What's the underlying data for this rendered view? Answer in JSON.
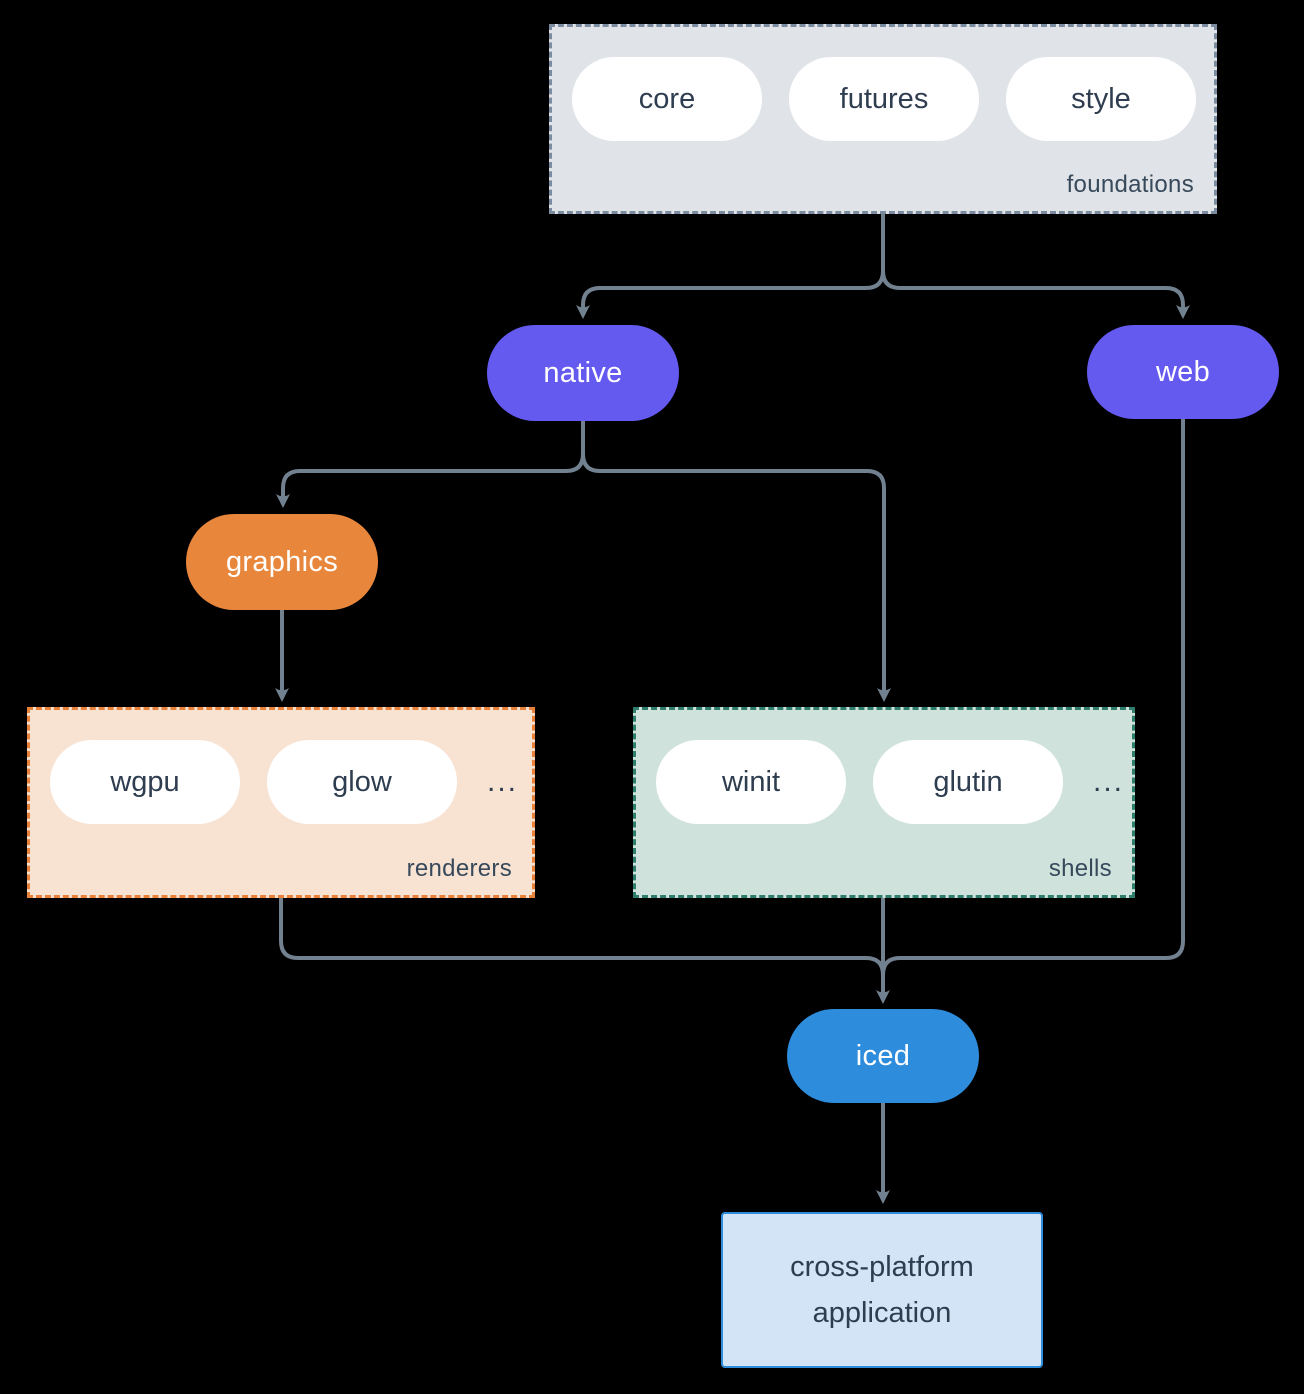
{
  "diagram": {
    "foundations": {
      "label": "foundations",
      "pills": [
        "core",
        "futures",
        "style"
      ]
    },
    "native": {
      "label": "native"
    },
    "web": {
      "label": "web"
    },
    "graphics": {
      "label": "graphics"
    },
    "renderers": {
      "label": "renderers",
      "pills": [
        "wgpu",
        "glow"
      ],
      "ellipsis": "..."
    },
    "shells": {
      "label": "shells",
      "pills": [
        "winit",
        "glutin"
      ],
      "ellipsis": "..."
    },
    "iced": {
      "label": "iced"
    },
    "application": {
      "label": "cross-platform application",
      "line1": "cross-platform",
      "line2": "application"
    },
    "colors": {
      "background": "#000000",
      "connector": "#72818F",
      "foundations_fill": "#E0E4E8",
      "foundations_border": "#7C8CA0",
      "purple_pill": "#655AF0",
      "orange_pill": "#E8873C",
      "renderers_fill": "#F8E2D2",
      "renderers_border": "#E8823A",
      "shells_fill": "#D0E2DC",
      "shells_border": "#2F7D6C",
      "iced_blue": "#2D8CDB",
      "application_fill": "#D2E4F5",
      "application_border": "#2D8CDB",
      "inner_pill_fill": "#FFFFFF",
      "dark_text": "#2E3D4F",
      "label_text": "#37495A"
    }
  }
}
